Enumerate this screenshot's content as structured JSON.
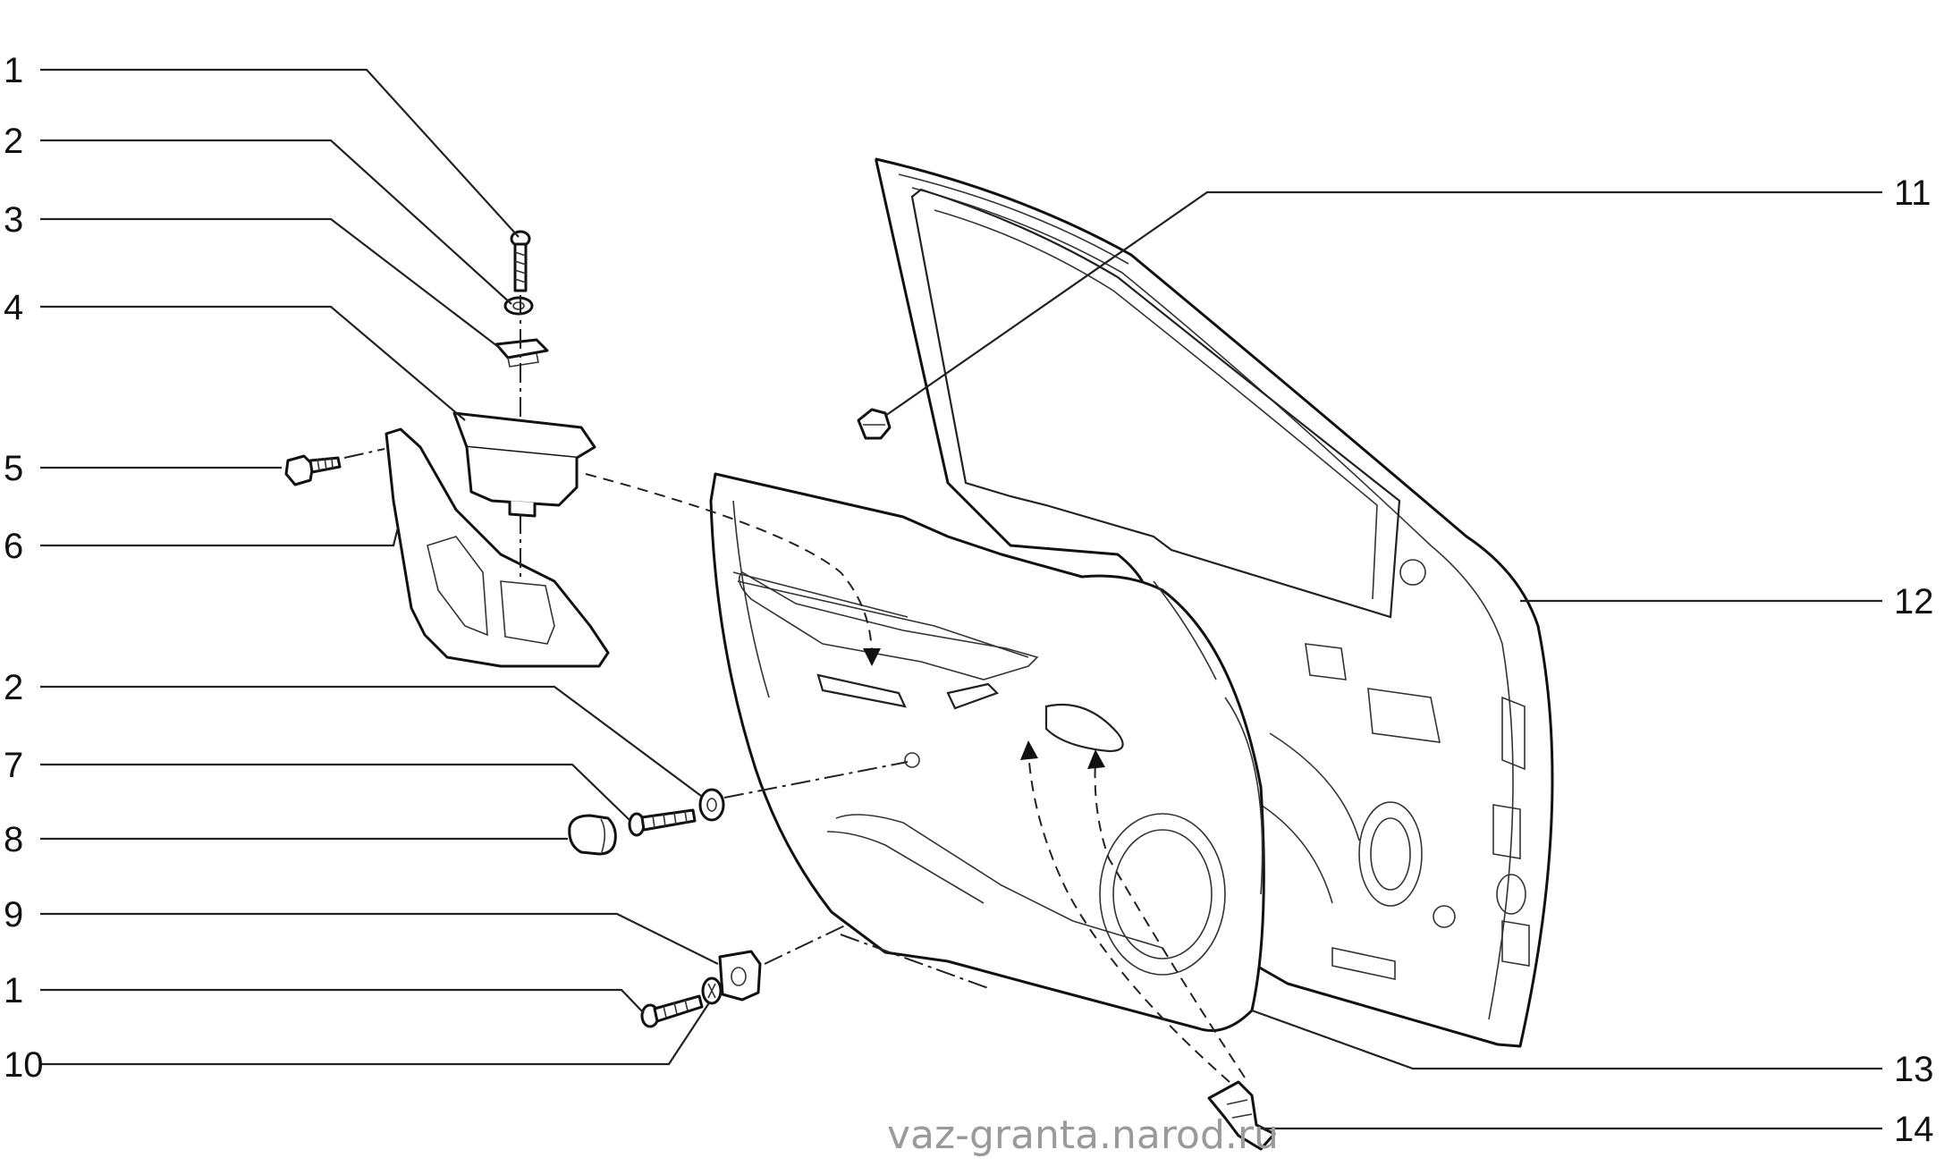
{
  "callouts_left": [
    {
      "id": "c-left-1",
      "label": "1"
    },
    {
      "id": "c-left-2",
      "label": "2"
    },
    {
      "id": "c-left-3",
      "label": "3"
    },
    {
      "id": "c-left-4",
      "label": "4"
    },
    {
      "id": "c-left-5",
      "label": "5"
    },
    {
      "id": "c-left-6",
      "label": "6"
    },
    {
      "id": "c-left-2b",
      "label": "2"
    },
    {
      "id": "c-left-7",
      "label": "7"
    },
    {
      "id": "c-left-8",
      "label": "8"
    },
    {
      "id": "c-left-9",
      "label": "9"
    },
    {
      "id": "c-left-1b",
      "label": "1"
    },
    {
      "id": "c-left-10",
      "label": "10"
    }
  ],
  "callouts_right": [
    {
      "id": "c-right-11",
      "label": "11"
    },
    {
      "id": "c-right-12",
      "label": "12"
    },
    {
      "id": "c-right-13",
      "label": "13"
    },
    {
      "id": "c-right-14",
      "label": "14"
    }
  ],
  "watermark": "vaz-granta.narod.ru"
}
